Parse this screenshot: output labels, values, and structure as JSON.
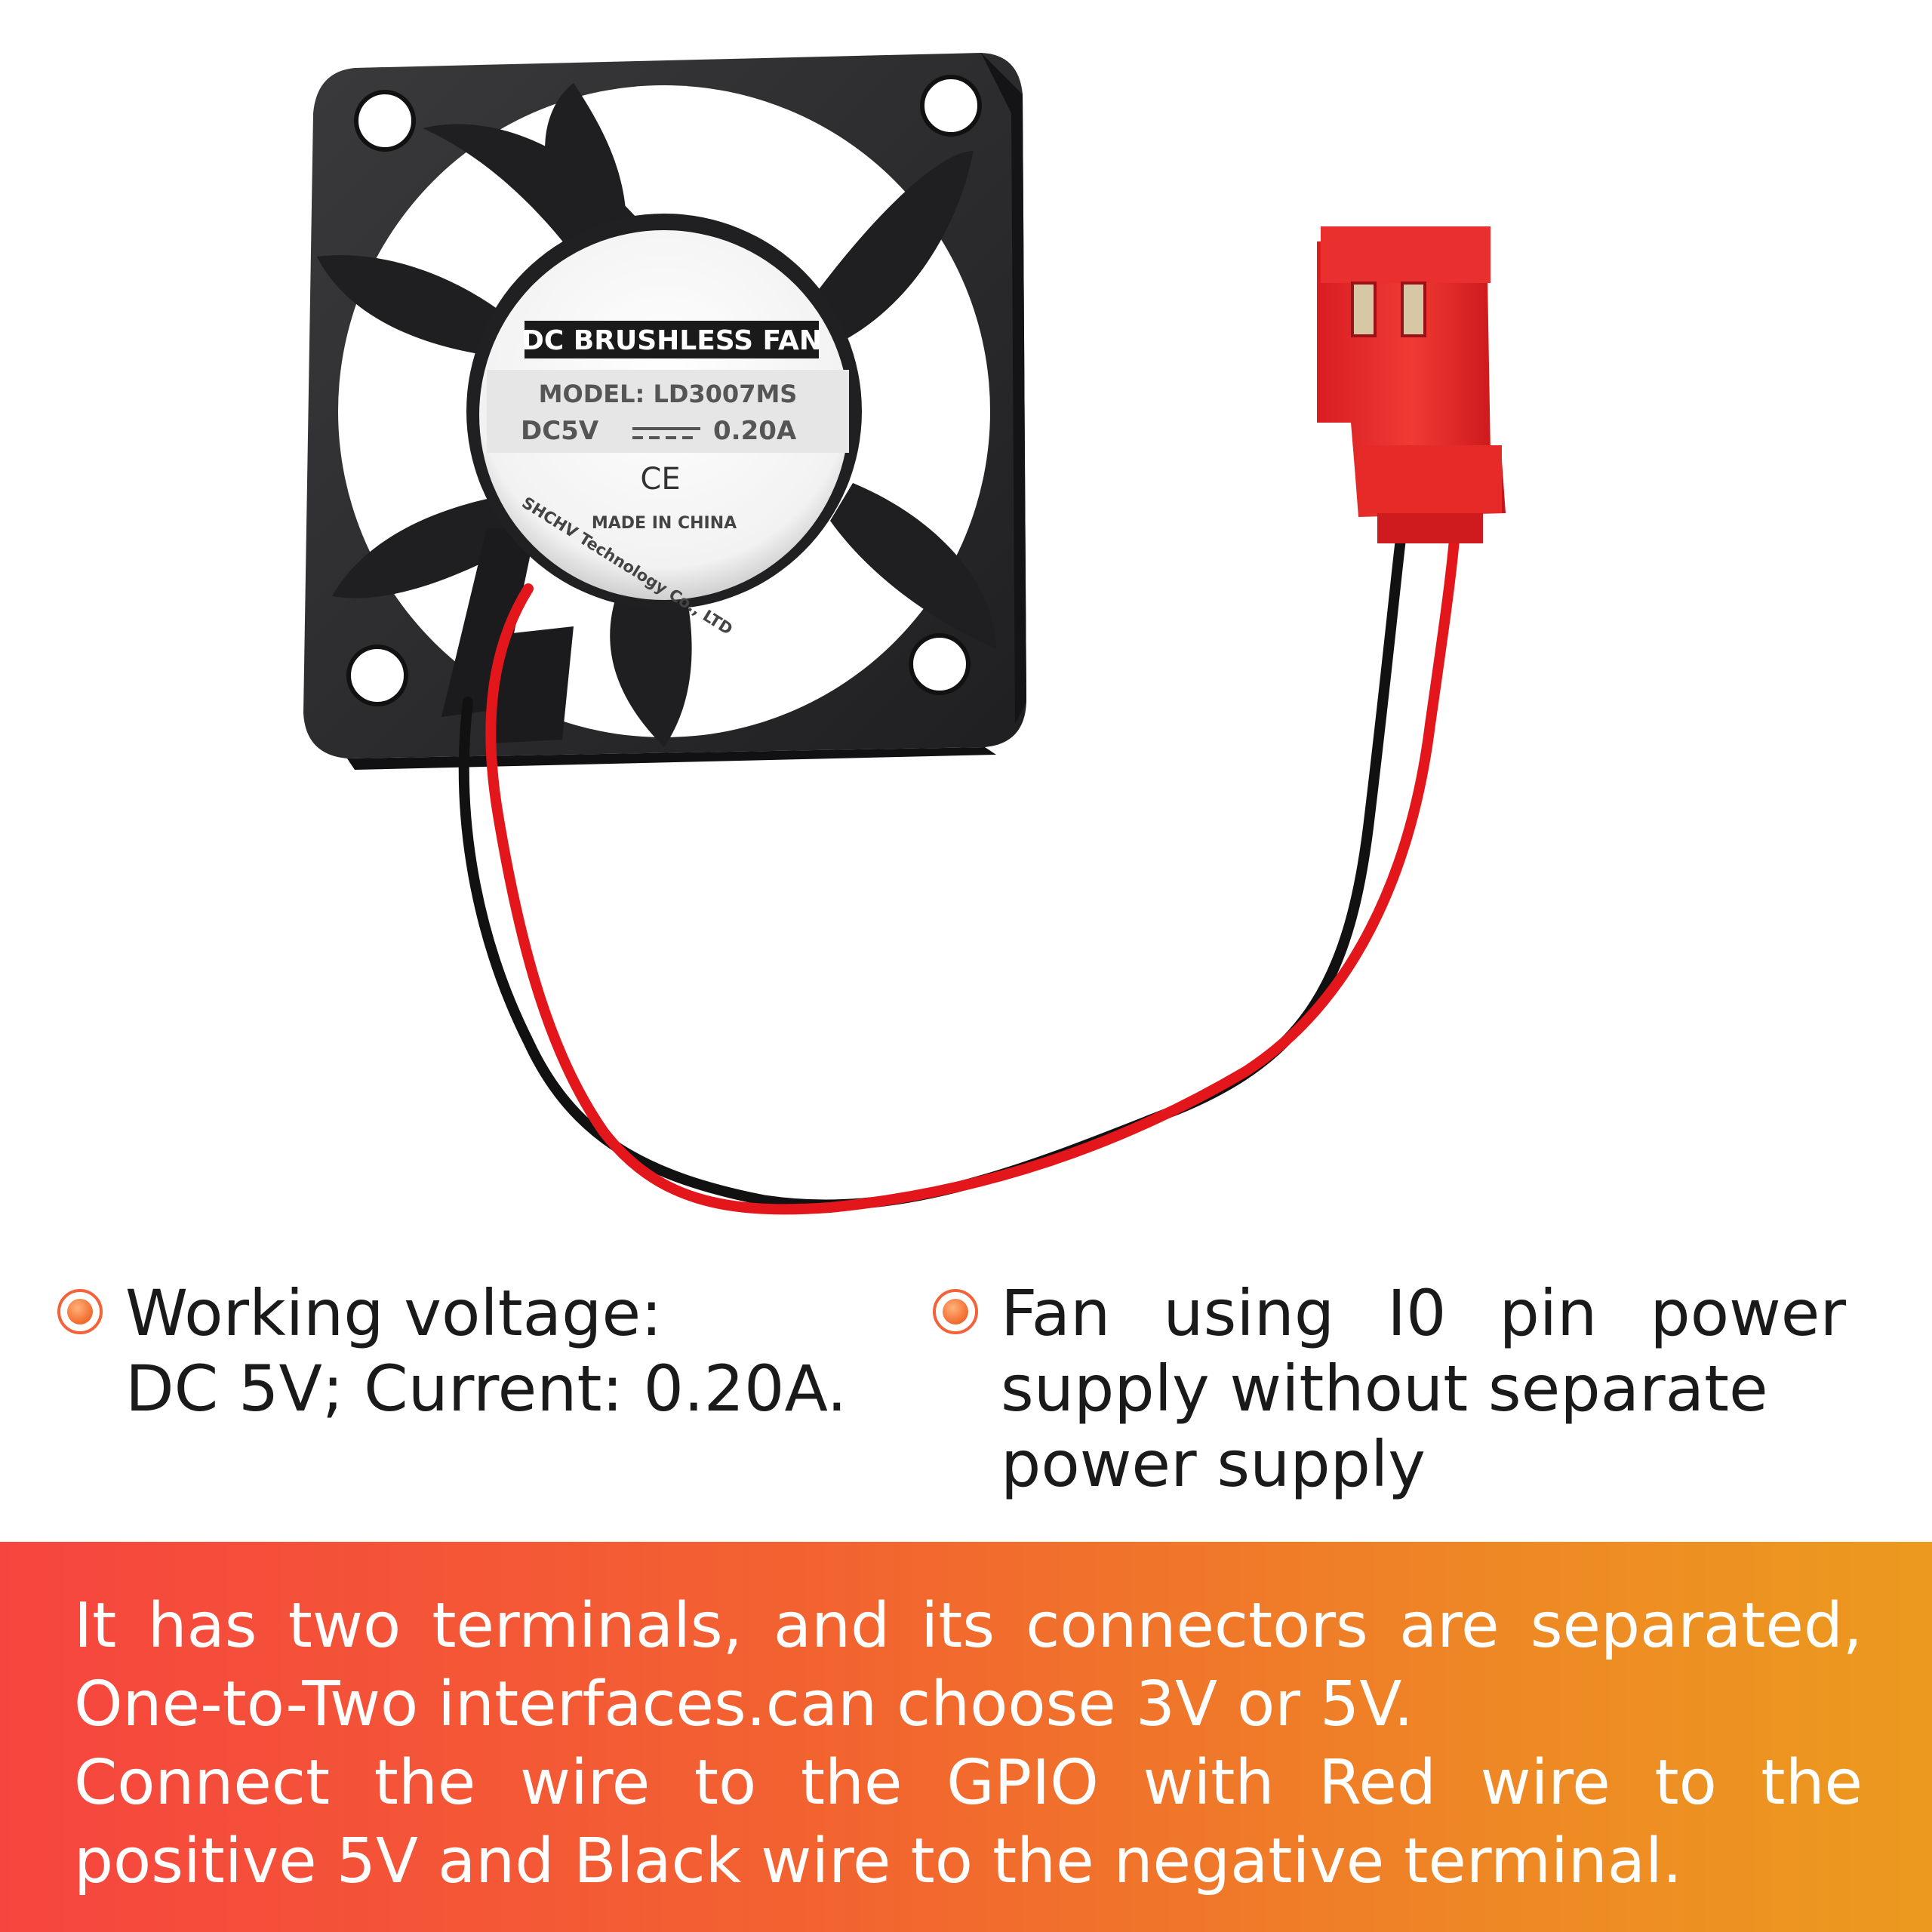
{
  "product_label": {
    "title": "DC BRUSHLESS FAN",
    "model": "MODEL: LD3007MS",
    "rating_voltage": "DC5V",
    "rating_current": "0.20A",
    "mark": "CE",
    "origin": "MADE IN CHINA",
    "maker": "SHCHV Technology Co., LTD"
  },
  "features": {
    "voltage": {
      "line1": "Working voltage:",
      "line2": "DC 5V; Current: 0.20A."
    },
    "power": {
      "line1": "Fan using I0 pin power",
      "line2": "supply without separate",
      "line3": "power supply"
    }
  },
  "banner": {
    "line1": "It has two terminals, and its connectors are separated,",
    "line2": "One-to-Two interfaces.can choose 3V or 5V.",
    "line3": "Connect the wire to the GPIO with Red wire to the",
    "line4": "positive 5V and Black wire to the negative terminal."
  },
  "colors": {
    "accent": "#f4623a",
    "wire_red": "#e3161b",
    "wire_black": "#111111",
    "fan_body": "#2b2b2d",
    "connector": "#e4242a"
  }
}
